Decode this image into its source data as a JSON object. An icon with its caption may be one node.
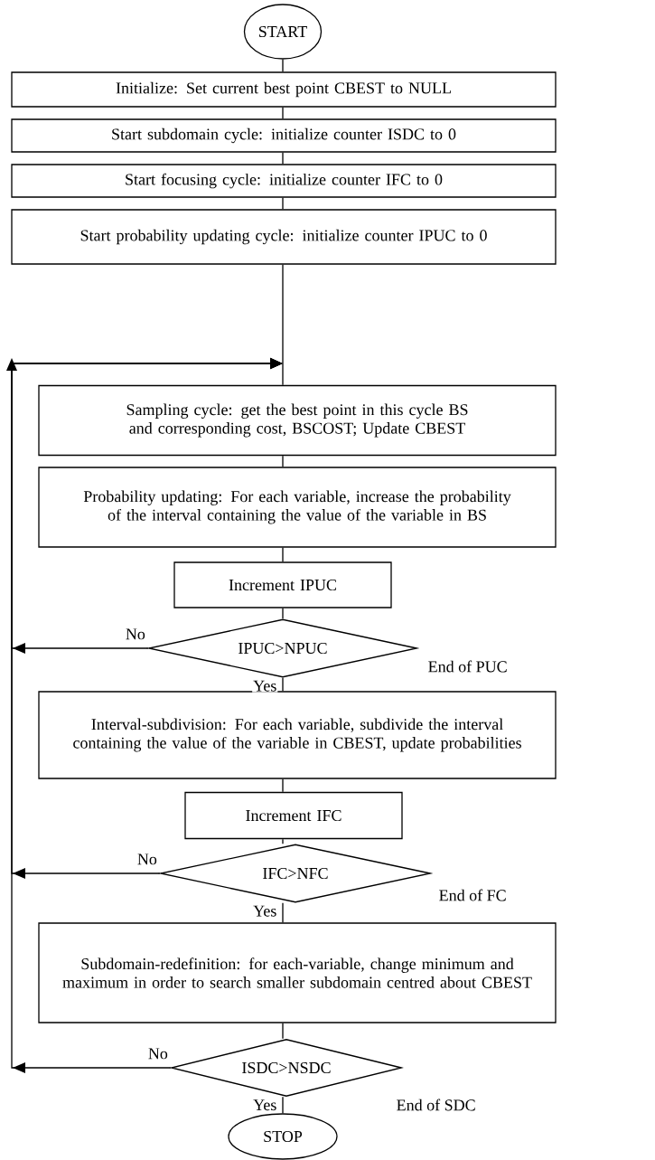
{
  "diagram": {
    "nodes": [
      {
        "text": [
          "START"
        ]
      },
      {
        "text": [
          "Initialize: Set current best point CBEST to NULL"
        ]
      },
      {
        "text": [
          "Start subdomain cycle: initialize counter ISDC to 0"
        ]
      },
      {
        "text": [
          "Start focusing cycle: initialize counter IFC to 0"
        ]
      },
      {
        "text": [
          "Start probability updating cycle: initialize counter IPUC to 0"
        ]
      },
      {
        "text": [
          "Sampling cycle: get the best point in this cycle BS and corresponding cost, BSCOST; Update CBEST"
        ]
      },
      {
        "text": [
          "Probability updating: For each variable, increase the probability of the interval containing the value of the variable in BS"
        ]
      },
      {
        "text": [
          "Increment IPUC"
        ]
      },
      {
        "text": [
          "IPUC>NPUC"
        ],
        "beside": [
          "End of PUC"
        ]
      },
      {
        "text": [
          "Interval-subdivision: For each variable, subdivide the interval containing the value of the variable in CBEST, update probabilities"
        ]
      },
      {
        "text": [
          "Increment IFC"
        ]
      },
      {
        "text": [
          "IFC>NFC"
        ],
        "beside": [
          "End of FC"
        ]
      },
      {
        "text": [
          "Subdomain-redefinition: for each-variable, change minimum and maximum in order to search smaller subdomain centred about CBEST"
        ]
      },
      {
        "text": [
          "ISDC>NSDC"
        ],
        "beside": [
          "End of SDC"
        ]
      },
      {
        "text": [
          "STOP"
        ]
      }
    ],
    "edges": [
      {
        "from": 0,
        "to": 1,
        "arrow": "none"
      },
      {
        "from": 1,
        "to": 2,
        "arrow": "none"
      },
      {
        "from": 2,
        "to": 3,
        "arrow": "none"
      },
      {
        "from": 3,
        "to": 4,
        "arrow": "none"
      },
      {
        "from": 4,
        "to": 5,
        "arrow": "none"
      },
      {
        "from": 5,
        "to": 6,
        "arrow": "none"
      },
      {
        "from": 6,
        "to": 7,
        "arrow": "none"
      },
      {
        "from": 7,
        "to": 8,
        "arrow": "none"
      },
      {
        "from": 8,
        "to": 9,
        "arrow": "none",
        "label": "Yes"
      },
      {
        "from": 8,
        "to": 5,
        "arrow": "to",
        "label": "No"
      },
      {
        "from": 9,
        "to": 10,
        "arrow": "none"
      },
      {
        "from": 10,
        "to": 11,
        "arrow": "none"
      },
      {
        "from": 11,
        "to": 12,
        "arrow": "none",
        "label": "Yes"
      },
      {
        "from": 11,
        "to": 5,
        "arrow": "to",
        "label": "No"
      },
      {
        "from": 12,
        "to": 13,
        "arrow": "none"
      },
      {
        "from": 13,
        "to": 14,
        "arrow": "none",
        "label": "Yes"
      },
      {
        "from": 13,
        "to": 5,
        "arrow": "to",
        "label": "No"
      }
    ]
  }
}
